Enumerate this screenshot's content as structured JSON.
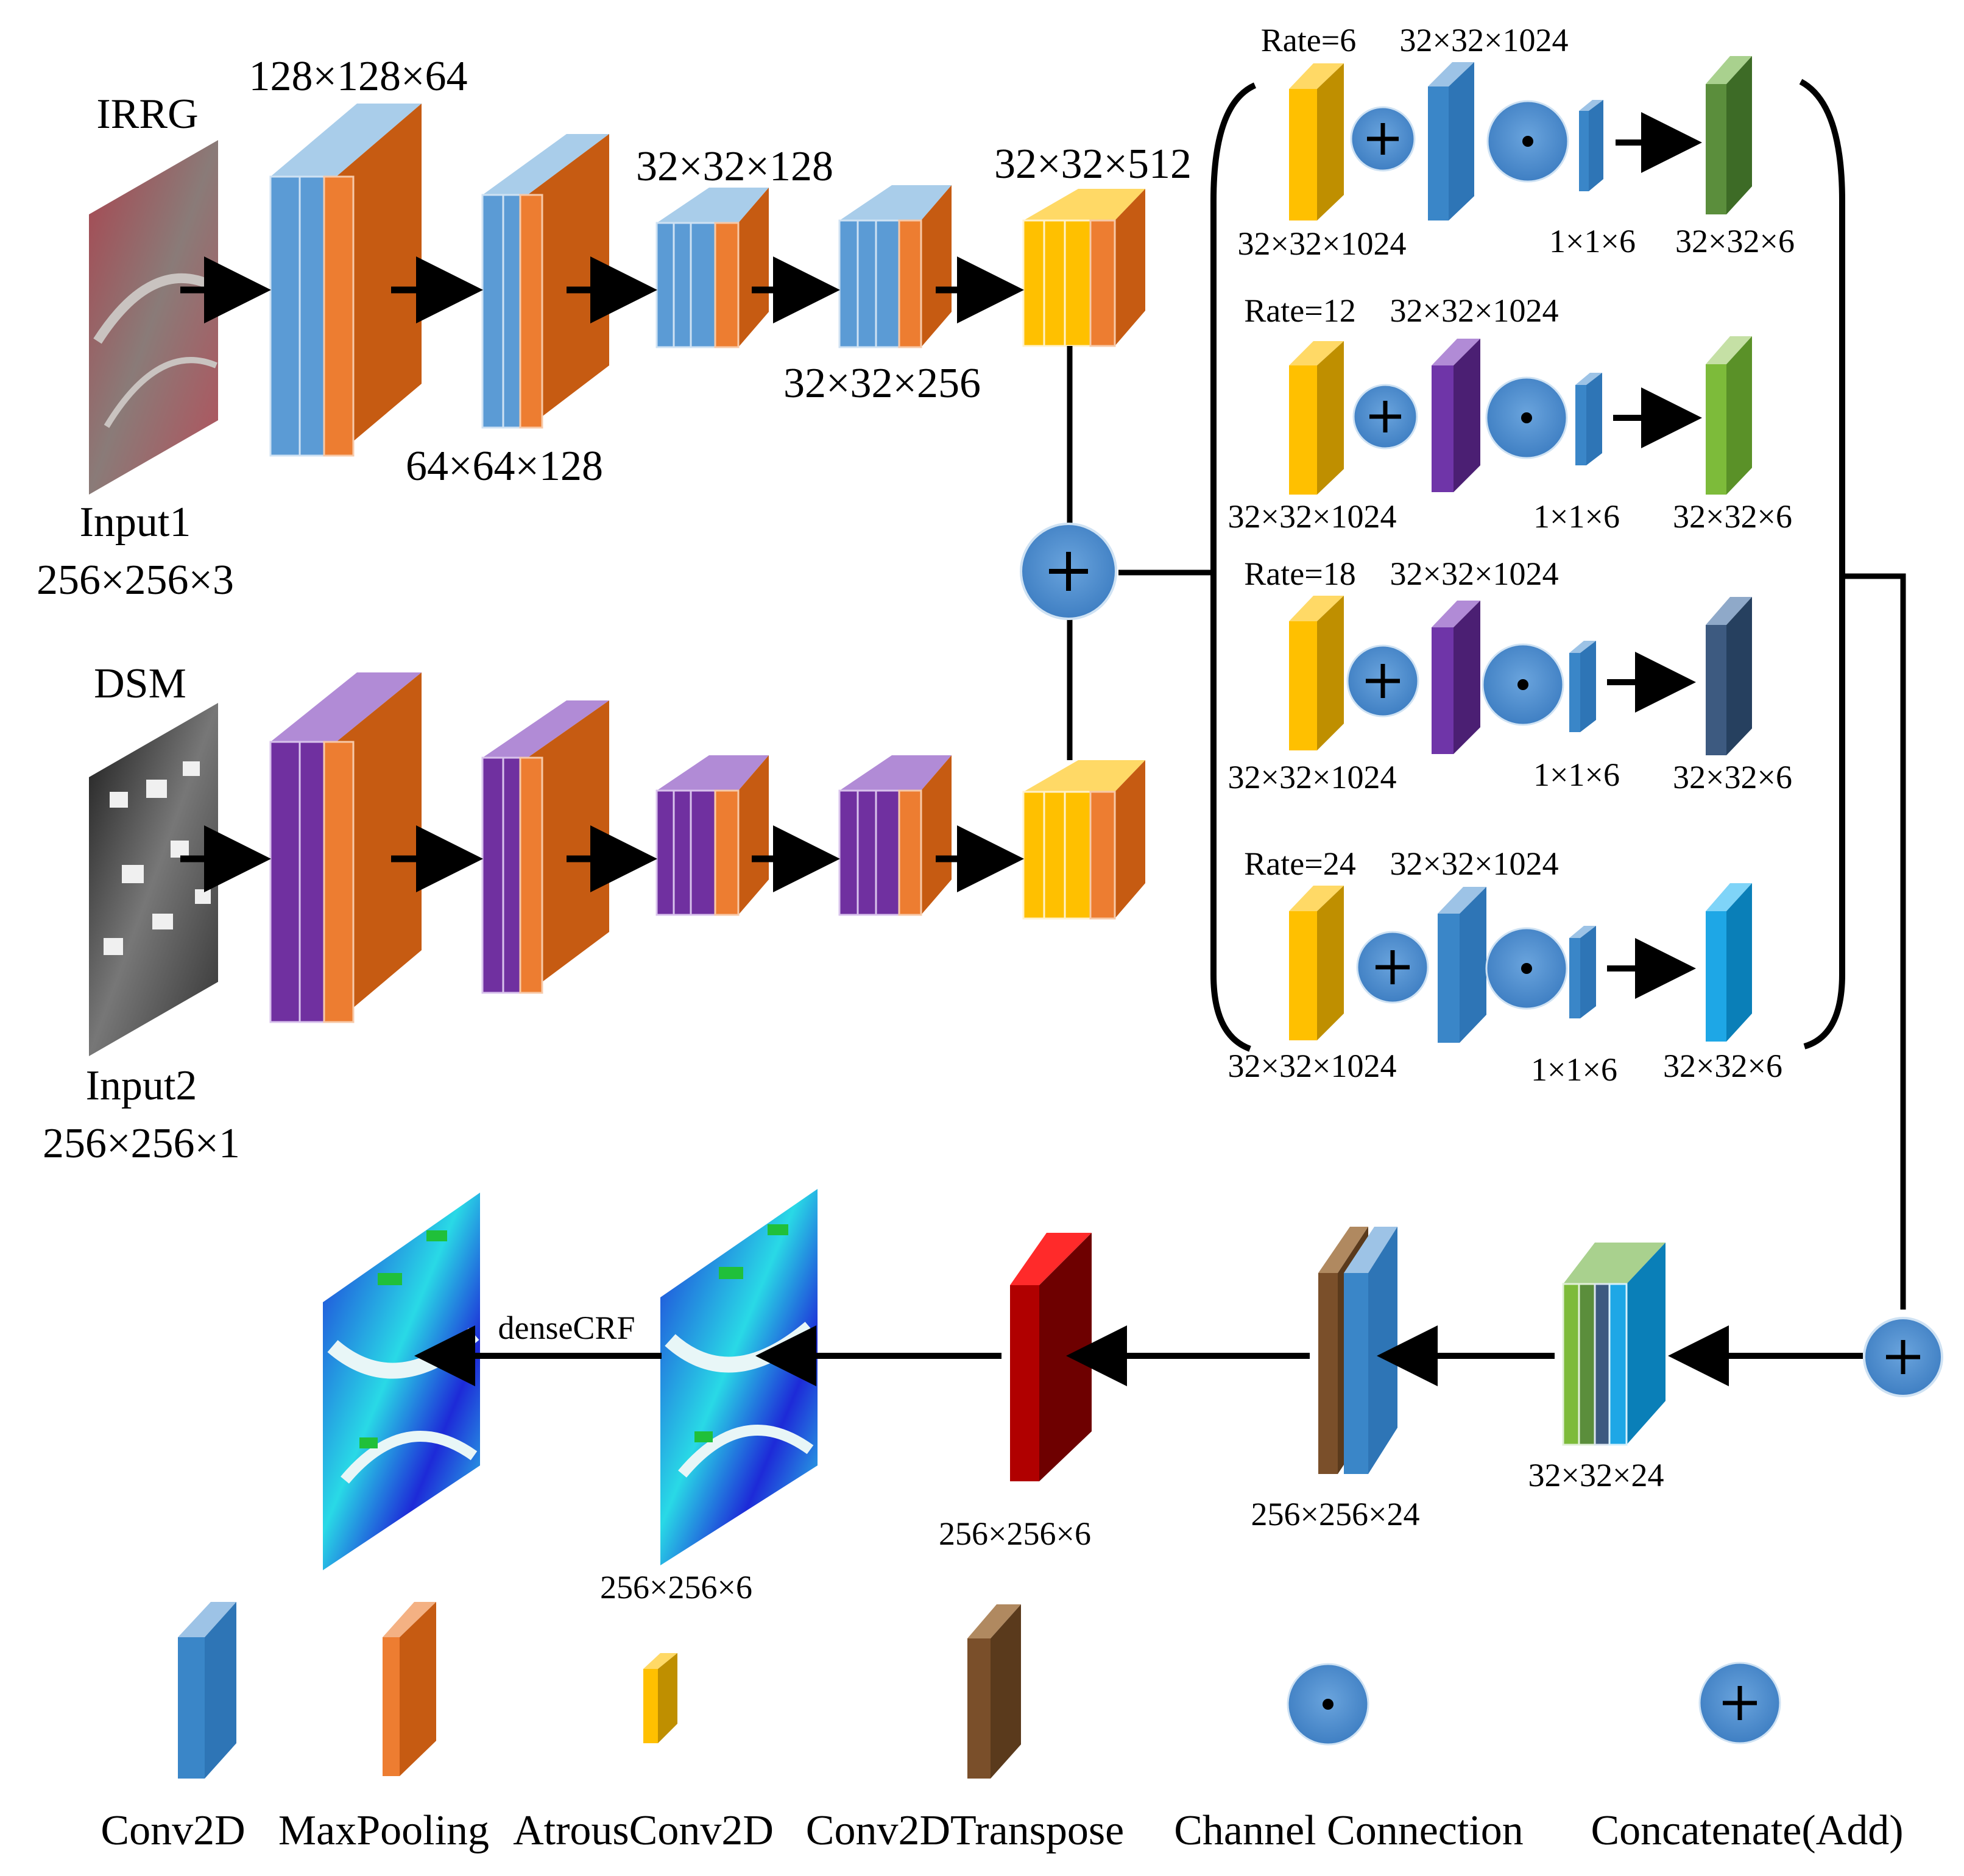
{
  "inputs": [
    {
      "name": "IRRG",
      "label": "Input1",
      "size": "256×256×3"
    },
    {
      "name": "DSM",
      "label": "Input2",
      "size": "256×256×1"
    }
  ],
  "encoder": {
    "dims_top": [
      "128×128×64",
      "64×64×128",
      "32×32×128",
      "32×32×256",
      "32×32×512"
    ]
  },
  "aspp": {
    "branches": [
      {
        "rate": "Rate=6",
        "conv_size": "32×32×1024",
        "atrous_size": "32×32×1024",
        "channel_size": "1×1×6",
        "out_size": "32×32×6",
        "out_color": "#5b8e3c"
      },
      {
        "rate": "Rate=12",
        "conv_size": "32×32×1024",
        "atrous_size": "32×32×1024",
        "channel_size": "1×1×6",
        "out_size": "32×32×6",
        "out_color": "#7dbb3a"
      },
      {
        "rate": "Rate=18",
        "conv_size": "32×32×1024",
        "atrous_size": "32×32×1024",
        "channel_size": "1×1×6",
        "out_size": "32×32×6",
        "out_color": "#3d5a80"
      },
      {
        "rate": "Rate=24",
        "conv_size": "32×32×1024",
        "atrous_size": "32×32×1024",
        "channel_size": "1×1×6",
        "out_size": "32×32×6",
        "out_color": "#1ea7e6"
      }
    ]
  },
  "decoder": {
    "concat_size": "32×32×24",
    "transpose_size": "256×256×24",
    "final_size": "256×256×6",
    "seg_size": "256×256×6",
    "crf_label": "denseCRF"
  },
  "legend": [
    {
      "label": "Conv2D",
      "icon": "conv2d-block-icon"
    },
    {
      "label": "MaxPooling",
      "icon": "maxpooling-block-icon"
    },
    {
      "label": "AtrousConv2D",
      "icon": "atrous-block-icon"
    },
    {
      "label": "Conv2DTranspose",
      "icon": "transpose-block-icon"
    },
    {
      "label": "Channel Connection",
      "icon": "channel-connection-icon"
    },
    {
      "label": "Concatenate(Add)",
      "icon": "concatenate-add-icon"
    }
  ],
  "colors": {
    "conv": "#3a86c8",
    "pool": "#e0701f",
    "atrous": "#f4b400",
    "purple": "#6f35a8",
    "transpose": "#7a4f2a",
    "final": "#b00000",
    "circle": "#4f8fd0"
  }
}
